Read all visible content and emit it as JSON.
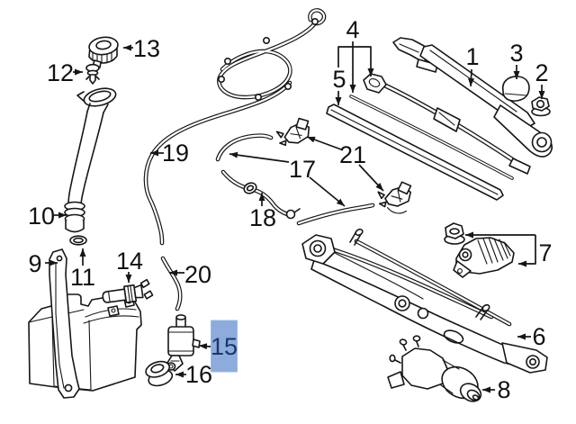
{
  "diagram": {
    "background": "#ffffff",
    "line_color": "#161616",
    "label_color": "#111111",
    "highlight": {
      "fill": "#8dabdb",
      "text": "#17386b",
      "selected_callout": "15"
    },
    "callouts": {
      "c1": "1",
      "c2": "2",
      "c3": "3",
      "c4": "4",
      "c5": "5",
      "c6": "6",
      "c7": "7",
      "c8": "8",
      "c9": "9",
      "c10": "10",
      "c11": "11",
      "c12": "12",
      "c13": "13",
      "c14": "14",
      "c15": "15",
      "c16": "16",
      "c17": "17",
      "c18": "18",
      "c19": "19",
      "c20": "20",
      "c21": "21"
    }
  }
}
